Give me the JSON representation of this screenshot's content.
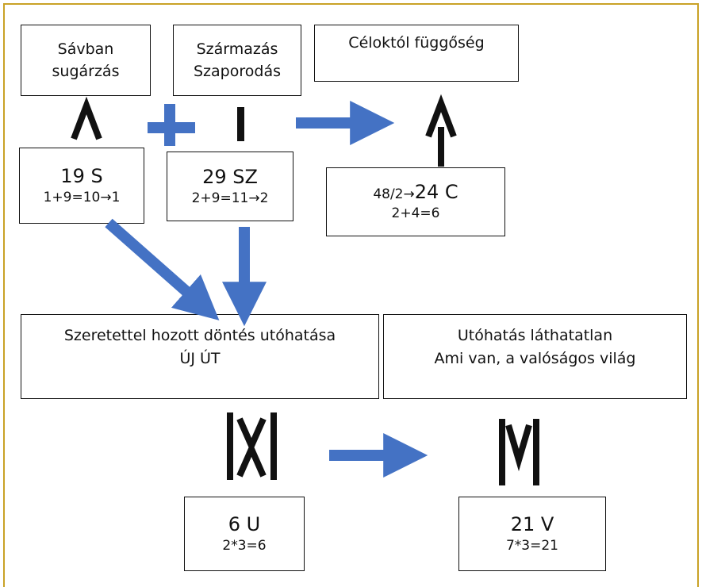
{
  "top_boxes": {
    "savban": [
      "Sávban",
      "sugárzás"
    ],
    "szarmazas": [
      "Származás",
      "Szaporodás"
    ],
    "celoktol": "Céloktól függőség"
  },
  "number_boxes": {
    "s": {
      "title": "19 S",
      "formula": "1+9=10→1"
    },
    "sz": {
      "title": "29 SZ",
      "formula": "2+9=11→2"
    },
    "c": {
      "prefix": "48/2→",
      "title": "24 C",
      "formula": "2+4=6"
    }
  },
  "middle_boxes": {
    "left": [
      "Szeretettel hozott döntés utóhatása",
      "ÚJ ÚT"
    ],
    "right": [
      "Utóhatás láthatatlan",
      "Ami van, a valóságos világ"
    ]
  },
  "bottom_boxes": {
    "u": {
      "title": "6 U",
      "formula": "2*3=6"
    },
    "v": {
      "title": "21 V",
      "formula": "7*3=21"
    }
  },
  "colors": {
    "arrow": "#4472c4",
    "frame": "#c9a227",
    "rune": "#111111"
  },
  "icons": [
    "rune-lambda-icon",
    "plus-icon",
    "rune-i-icon",
    "rune-arrow-up-icon",
    "rune-x-icon",
    "rune-m-icon"
  ]
}
